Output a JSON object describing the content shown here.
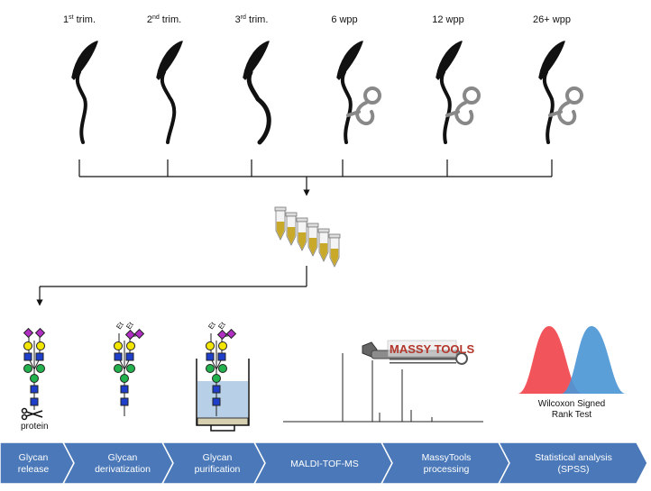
{
  "stages": [
    {
      "main": "1",
      "sup": "st",
      "rest": " trim."
    },
    {
      "main": "2",
      "sup": "nd",
      "rest": " trim."
    },
    {
      "main": "3",
      "sup": "rd",
      "rest": " trim."
    },
    {
      "main": "6 wpp",
      "sup": "",
      "rest": ""
    },
    {
      "main": "12 wpp",
      "sup": "",
      "rest": ""
    },
    {
      "main": "26+ wpp",
      "sup": "",
      "rest": ""
    }
  ],
  "glycan": {
    "protein_label": "protein",
    "ethyl_label": "Et"
  },
  "software": {
    "logo_text": "MASSY TOOLS"
  },
  "stats": {
    "test_name_line1": "Wilcoxon Signed",
    "test_name_line2": "Rank Test"
  },
  "workflow_steps": [
    {
      "line1": "Glycan",
      "line2": "release"
    },
    {
      "line1": "Glycan",
      "line2": "derivatization"
    },
    {
      "line1": "Glycan",
      "line2": "purification"
    },
    {
      "line1": "MALDI-TOF-MS",
      "line2": ""
    },
    {
      "line1": "MassyTools",
      "line2": "processing"
    },
    {
      "line1": "Statistical analysis",
      "line2": "(SPSS)"
    }
  ],
  "colors": {
    "step_fill": "#4a78b8",
    "step_border": "#ffffff",
    "glcnac_blue": "#1f3ec9",
    "mannose_green": "#22b14c",
    "galactose_yellow": "#f2e600",
    "sialic_purple": "#b02fc2",
    "sample_tube_fill": "#c8a92a",
    "distribution_red": "#f2545b",
    "distribution_blue": "#4d97d6",
    "purification_liquid": "#b8cfe8",
    "purification_bed": "#d6cfb0"
  }
}
